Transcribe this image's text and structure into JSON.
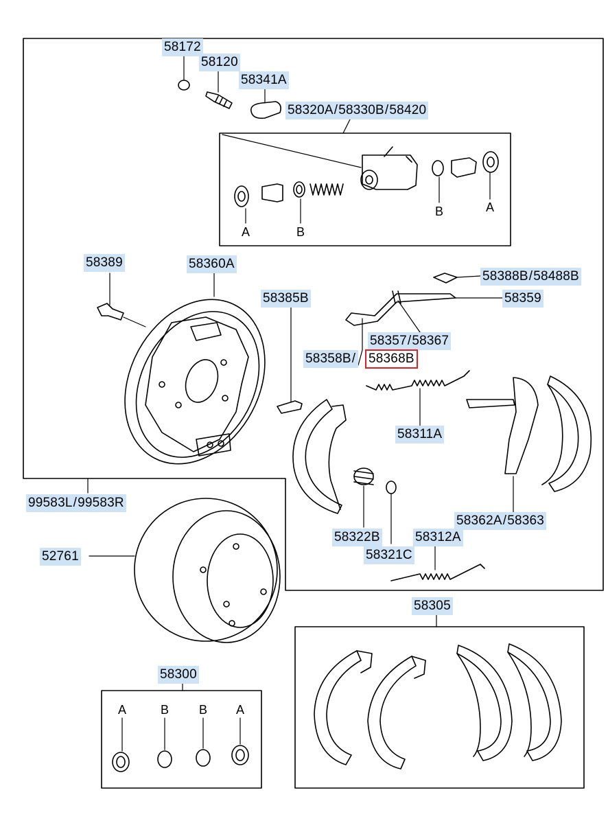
{
  "colors": {
    "label_bg": "#cfe3f6",
    "highlight_border": "#e02020",
    "line": "#000000"
  },
  "labels": {
    "p58172": "58172",
    "p58120": "58120",
    "p58341A": "58341A",
    "p58320A": "58320A",
    "p58330B": "58330B",
    "p58420": "58420",
    "p58389": "58389",
    "p58360A": "58360A",
    "p58385B": "58385B",
    "p58388B": "58388B",
    "p58488B": "58488B",
    "p58359": "58359",
    "p58357": "58357",
    "p58367": "58367",
    "p58358B": "58358B",
    "p58368B": "58368B",
    "p58311A": "58311A",
    "p99583L": "99583L",
    "p99583R": "99583R",
    "p52761": "52761",
    "p58322B": "58322B",
    "p58321C": "58321C",
    "p58312A": "58312A",
    "p58362A": "58362A",
    "p58363": "58363",
    "p58305": "58305",
    "p58300": "58300",
    "sep": "/"
  },
  "letters": {
    "kit_a1": "A",
    "kit_b1": "B",
    "kit_b2": "B",
    "kit_a2": "A",
    "cyl_a1": "A",
    "cyl_b1": "B",
    "cyl_b2": "B",
    "cyl_a2": "A"
  },
  "highlighted_part": "58368B"
}
